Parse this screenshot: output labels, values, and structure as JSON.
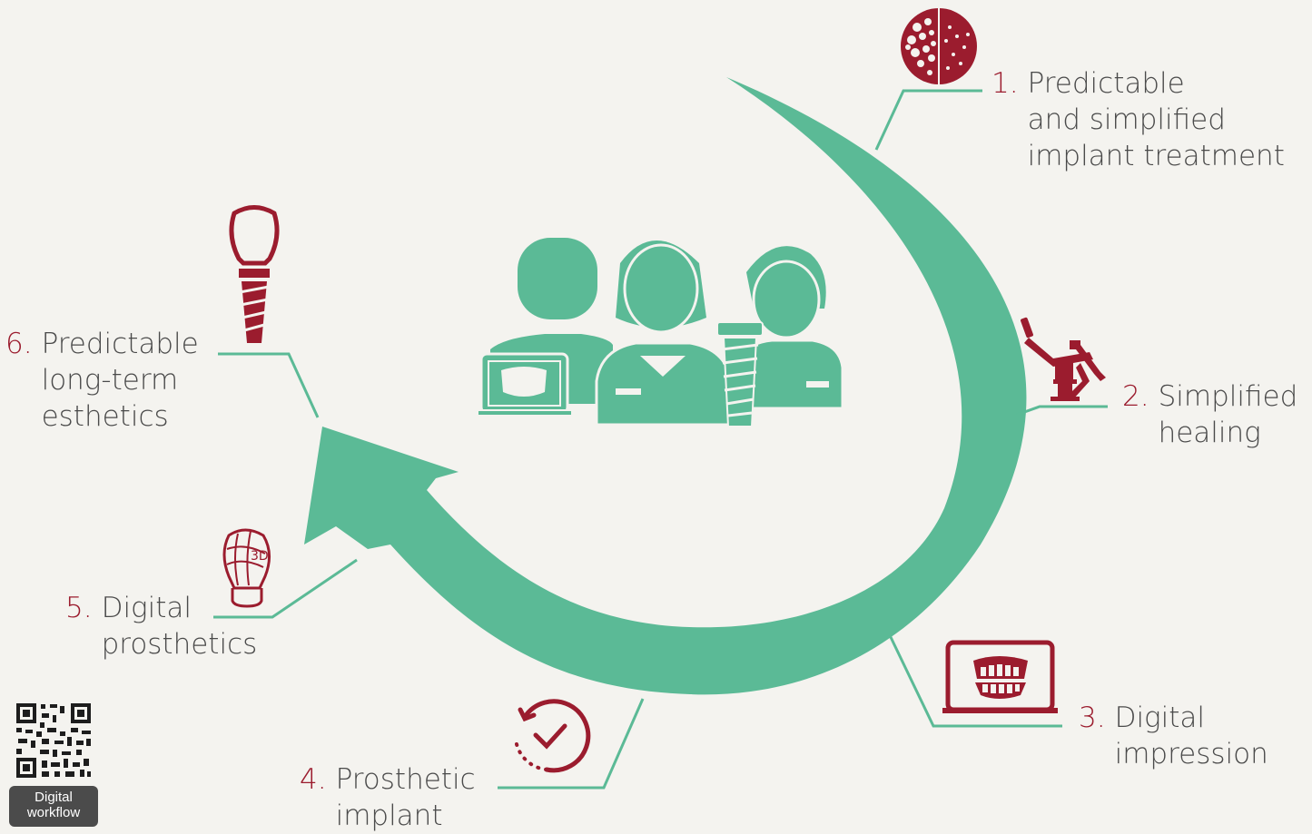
{
  "colors": {
    "accent": "#5bba96",
    "brand_red": "#9b1c2e",
    "text": "#4a4a4a",
    "background": "#f4f3ef"
  },
  "steps": [
    {
      "num": "1.",
      "lines": [
        "Predictable",
        "and simplified",
        "implant treatment"
      ],
      "icon": "bone-structure-icon"
    },
    {
      "num": "2.",
      "lines": [
        "Simplified",
        "healing"
      ],
      "icon": "dental-chair-icon"
    },
    {
      "num": "3.",
      "lines": [
        "Digital",
        "impression"
      ],
      "icon": "laptop-teeth-scan-icon"
    },
    {
      "num": "4.",
      "lines": [
        "Prosthetic",
        "implant"
      ],
      "icon": "timer-check-icon"
    },
    {
      "num": "5.",
      "lines": [
        "Digital",
        "prosthetics"
      ],
      "icon": "3d-crown-icon"
    },
    {
      "num": "6.",
      "lines": [
        "Predictable",
        "long-term",
        "esthetics"
      ],
      "icon": "implant-crown-icon"
    }
  ],
  "center_icon": {
    "name": "dental-team-icon"
  },
  "qr": {
    "label_line1": "Digital",
    "label_line2": "workflow"
  }
}
